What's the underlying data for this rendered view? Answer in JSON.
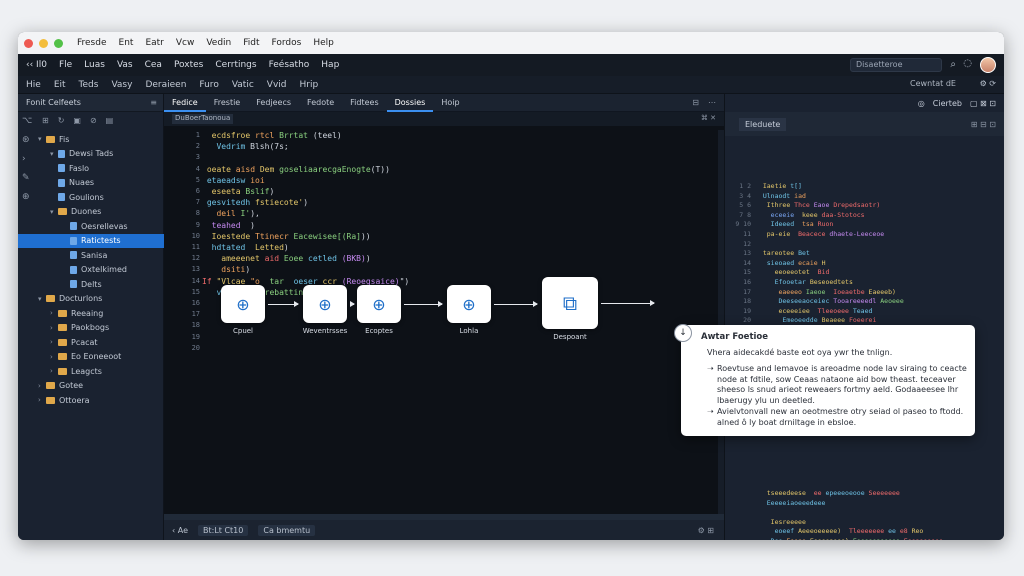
{
  "os_menu": [
    "Fresde",
    "Ent",
    "Eatr",
    "Vcw",
    "Vedin",
    "Fidt",
    "Fordos",
    "Help"
  ],
  "app_menu": [
    "Fle",
    "Luas",
    "Vas",
    "Cea",
    "Poxtes",
    "Cerrtings",
    "Feésatho",
    "Hap"
  ],
  "app_menu_left": "‹‹  Il0",
  "menu3": [
    "Hie",
    "Eit",
    "Teds",
    "Vasy",
    "Deraieen",
    "Furo",
    "Vatic",
    "Vvid",
    "Hrip"
  ],
  "search": {
    "label": "Disaetteroe"
  },
  "sidebar": {
    "title": "Fonit Celfeets",
    "items": [
      {
        "label": "Fis",
        "kind": "folder",
        "depth": 0,
        "open": true
      },
      {
        "label": "Dewsi Tads",
        "kind": "file",
        "depth": 1,
        "open": true
      },
      {
        "label": "Faslo",
        "kind": "file",
        "depth": 1
      },
      {
        "label": "Nuaes",
        "kind": "file",
        "depth": 1
      },
      {
        "label": "Goulions",
        "kind": "file",
        "depth": 1
      },
      {
        "label": "Duones",
        "kind": "folder",
        "depth": 1,
        "open": true
      },
      {
        "label": "Oesrellevas",
        "kind": "file",
        "depth": 2
      },
      {
        "label": "Ratictests",
        "kind": "file",
        "depth": 2,
        "selected": true
      },
      {
        "label": "Sanisa",
        "kind": "file",
        "depth": 2
      },
      {
        "label": "Oxtelkimed",
        "kind": "file",
        "depth": 2
      },
      {
        "label": "Delts",
        "kind": "file",
        "depth": 2
      },
      {
        "label": "Docturlons",
        "kind": "folder",
        "depth": 0,
        "open": true
      },
      {
        "label": "Reeaing",
        "kind": "folder",
        "depth": 1
      },
      {
        "label": "Paokbogs",
        "kind": "folder",
        "depth": 1
      },
      {
        "label": "Pcacat",
        "kind": "folder",
        "depth": 1
      },
      {
        "label": "Eo Eoneeoot",
        "kind": "folder",
        "depth": 1
      },
      {
        "label": "Leagcts",
        "kind": "folder",
        "depth": 1
      },
      {
        "label": "Gotee",
        "kind": "folder",
        "depth": 0
      },
      {
        "label": "Ottoera",
        "kind": "folder",
        "depth": 0
      }
    ]
  },
  "editor": {
    "tabs": [
      {
        "label": "Fedice",
        "active": true
      },
      {
        "label": "Frestie"
      },
      {
        "label": "Fedjeecs"
      },
      {
        "label": "Fedote"
      },
      {
        "label": "Fidtees"
      },
      {
        "label": "Dossies",
        "active": true
      },
      {
        "label": "Hoip"
      }
    ],
    "breadcrumb": "DuBoerTaonoua",
    "gutter": [
      "1",
      "2",
      "3",
      "4",
      "5",
      "6",
      "7",
      "8",
      "9",
      "10",
      "11",
      "12",
      "13",
      "14",
      "15",
      "16",
      "17",
      "18",
      "19",
      "20"
    ],
    "status": [
      "‹ Ae",
      "Bt:Lt Ct10",
      "Ca bmemtu"
    ]
  },
  "flow": {
    "nodes": [
      {
        "label": "Cpuel"
      },
      {
        "label": "Weventrsses"
      },
      {
        "label": "Ecoptes"
      },
      {
        "label": "Lohla"
      },
      {
        "label": "Despoant"
      }
    ]
  },
  "right_panel": {
    "tab": "Eleduete",
    "header_right": "Cierteb",
    "tab_right": "Cewntat  dE"
  },
  "popup": {
    "title": "Awtar Foetioe",
    "intro": "Vhera aidecakdé baste eot oya ywr the tnlign.",
    "bullet1": "Roevtuse and lemavoe is areoadme node lav siraing to ceacte node at fdtile, sow Ceaas nataone aid bow theast. teceaver sheeso ls snud arieot reweaers fortmy aeld. Godaaeesee lhr lbaerugy ylu un deetled.",
    "bullet2": "Avielvtonvall new an oeotmestre otry seiad ol paseo to ftodd. alned ô ly boat drniltage in ebsloe."
  },
  "colors": {
    "accent": "#1f6fd1",
    "editor_bg": "#0d1117",
    "panel_bg": "#1a2230"
  }
}
